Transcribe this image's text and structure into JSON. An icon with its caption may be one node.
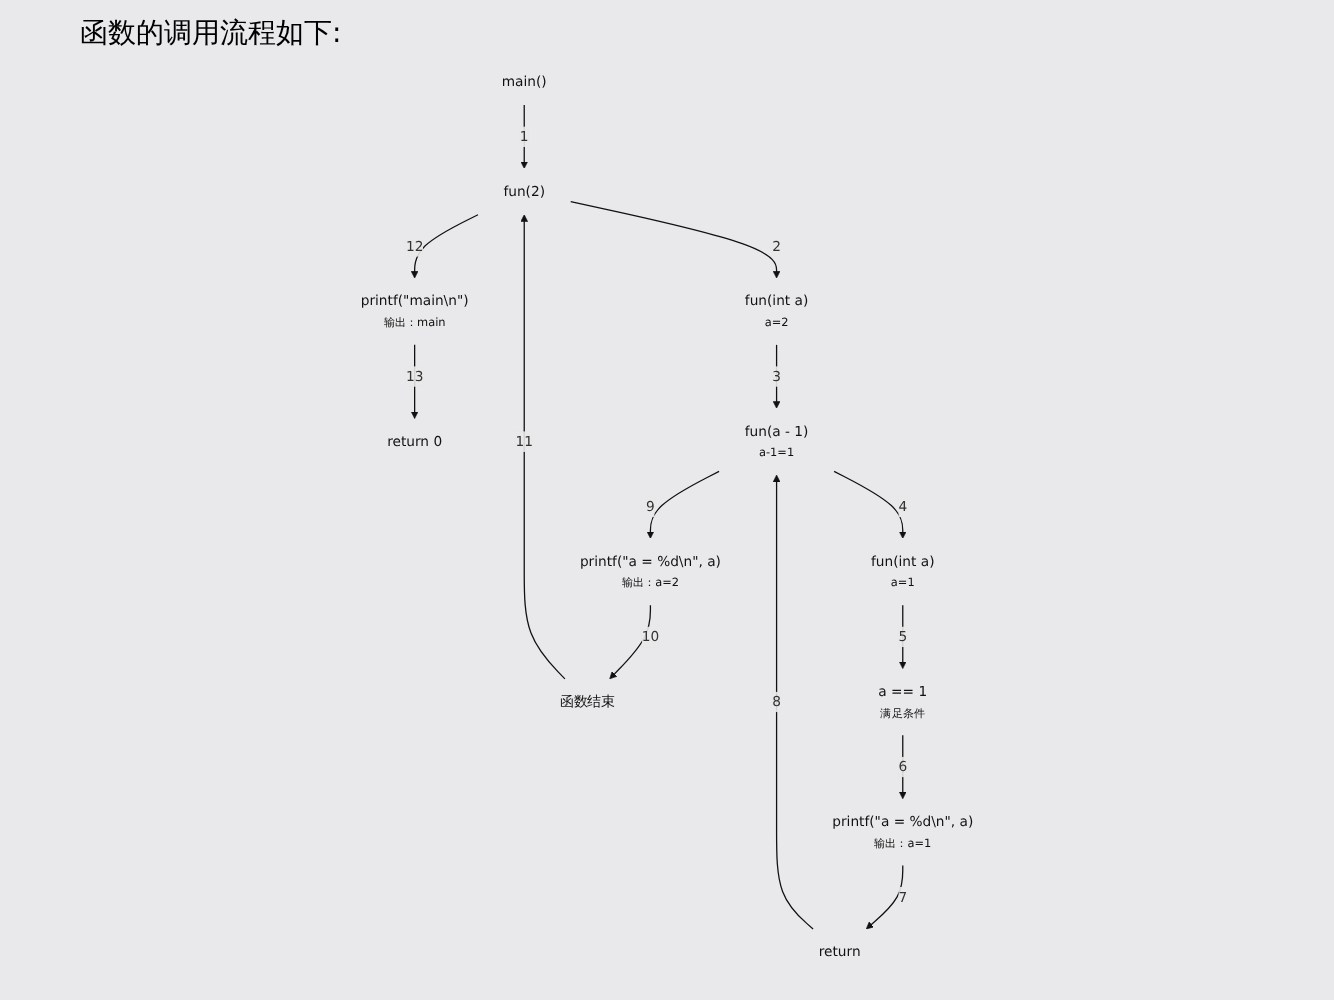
{
  "diagram": {
    "title": "函数的调用流程如下:",
    "nodes": [
      {
        "text": [
          "main()"
        ]
      },
      {
        "text": [
          "fun(2)"
        ]
      },
      {
        "text": [
          "printf(\"main\\n\")"
        ],
        "beside": [
          "输出：main"
        ]
      },
      {
        "text": [
          "return 0"
        ]
      },
      {
        "text": [
          "fun(int a)"
        ],
        "beside": [
          "a=2"
        ]
      },
      {
        "text": [
          "fun(a - 1)"
        ],
        "beside": [
          "a-1=1"
        ]
      },
      {
        "text": [
          "printf(\"a = %d\\n\", a)"
        ],
        "beside": [
          "输出：a=2"
        ]
      },
      {
        "text": [
          "函数结束"
        ]
      },
      {
        "text": [
          "fun(int a)"
        ],
        "beside": [
          "a=1"
        ]
      },
      {
        "text": [
          "a == 1"
        ],
        "beside": [
          "满足条件"
        ]
      },
      {
        "text": [
          "printf(\"a = %d\\n\", a)"
        ],
        "beside": [
          "输出：a=1"
        ]
      },
      {
        "text": [
          "return"
        ]
      }
    ],
    "edges": [
      {
        "from": 0,
        "to": 1,
        "arrow": "to",
        "label": "1"
      },
      {
        "from": 1,
        "to": 4,
        "arrow": "to",
        "label": "2"
      },
      {
        "from": 4,
        "to": 5,
        "arrow": "to",
        "label": "3"
      },
      {
        "from": 5,
        "to": 8,
        "arrow": "to",
        "label": "4"
      },
      {
        "from": 8,
        "to": 9,
        "arrow": "to",
        "label": "5"
      },
      {
        "from": 9,
        "to": 10,
        "arrow": "to",
        "label": "6"
      },
      {
        "from": 10,
        "to": 11,
        "arrow": "to",
        "label": "7"
      },
      {
        "from": 11,
        "to": 5,
        "arrow": "to",
        "label": "8"
      },
      {
        "from": 5,
        "to": 6,
        "arrow": "to",
        "label": "9"
      },
      {
        "from": 6,
        "to": 7,
        "arrow": "to",
        "label": "10"
      },
      {
        "from": 7,
        "to": 1,
        "arrow": "to",
        "label": "11"
      },
      {
        "from": 1,
        "to": 2,
        "arrow": "to",
        "label": "12"
      },
      {
        "from": 2,
        "to": 3,
        "arrow": "to",
        "label": "13"
      }
    ]
  }
}
